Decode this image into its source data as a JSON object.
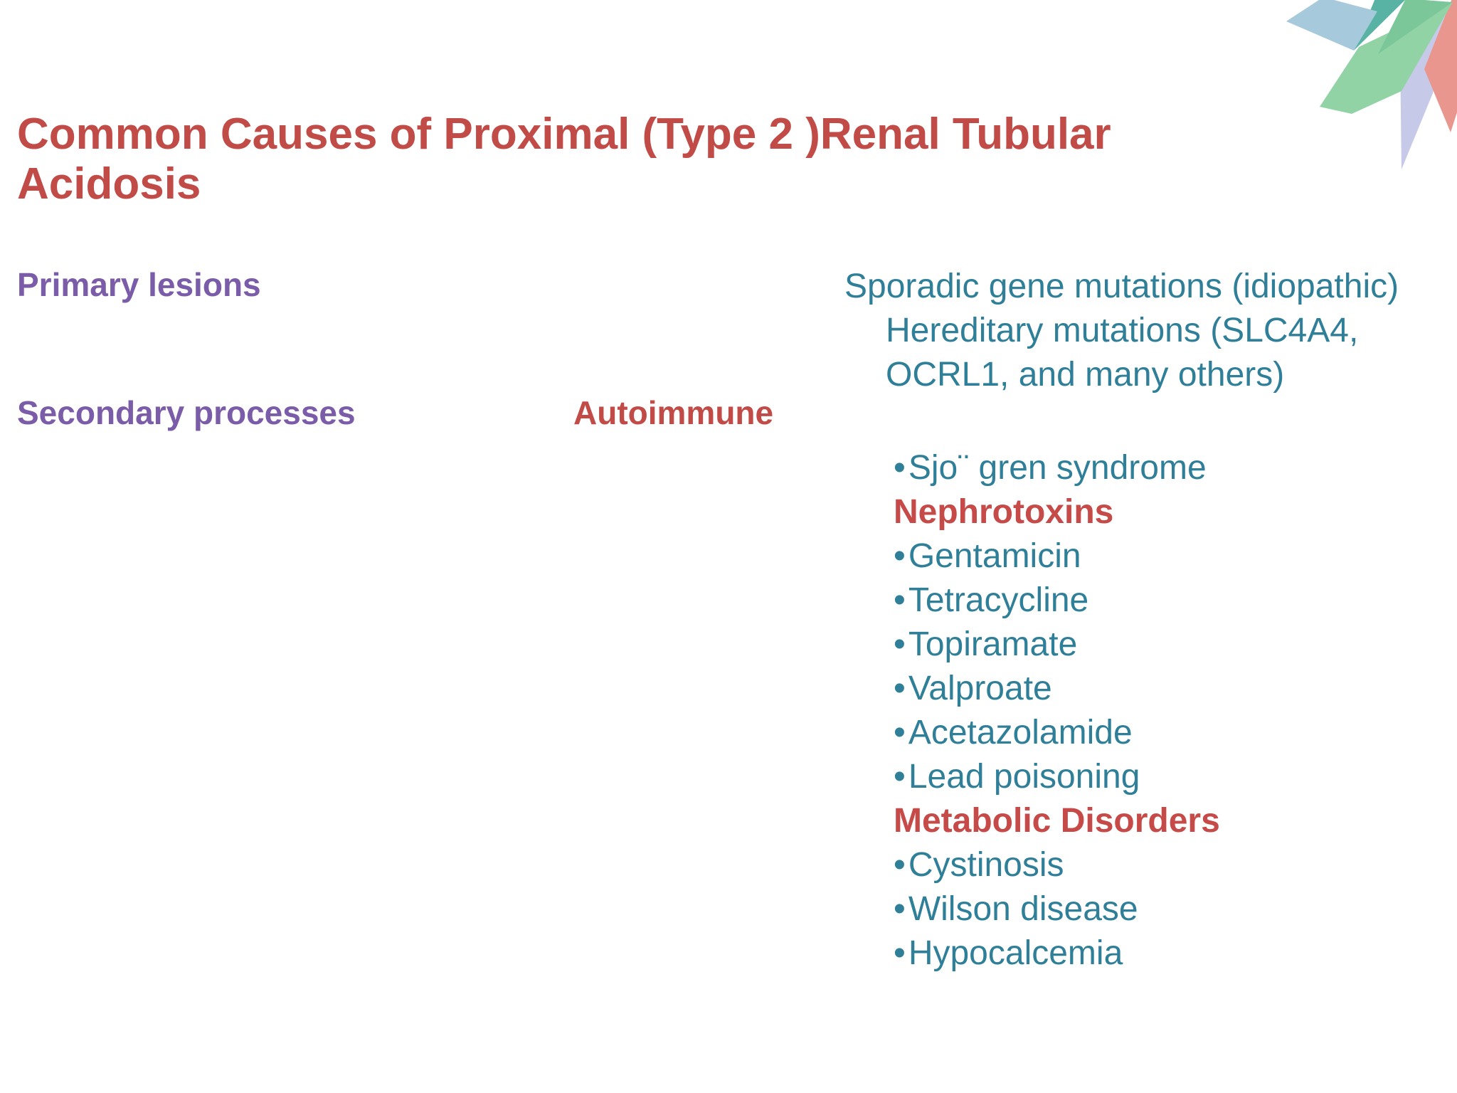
{
  "slide": {
    "background": "#ffffff",
    "title": {
      "text": "Common Causes of Proximal (Type 2 )Renal Tubular Acidosis",
      "color": "#c14b47"
    },
    "headings": {
      "primary": "Primary lesions",
      "secondary": "Secondary processes",
      "autoimmune": "Autoimmune",
      "purple_color": "#7a5ca8",
      "red_color": "#c14b47"
    },
    "right_column": {
      "text_color": "#2f7f99",
      "emphasis_color": "#c54a48",
      "intro_lines": [
        "Sporadic gene mutations (idiopathic)",
        "Hereditary mutations (SLC4A4,",
        "OCRL1, and many others)"
      ],
      "items": [
        {
          "label": "Sjo¨ gren syndrome",
          "type": "bullet"
        },
        {
          "label": "Nephrotoxins",
          "type": "header"
        },
        {
          "label": "Gentamicin",
          "type": "bullet"
        },
        {
          "label": "Tetracycline",
          "type": "bullet"
        },
        {
          "label": "Topiramate",
          "type": "bullet"
        },
        {
          "label": "Valproate",
          "type": "bullet"
        },
        {
          "label": "Acetazolamide",
          "type": "bullet"
        },
        {
          "label": "Lead poisoning",
          "type": "bullet"
        },
        {
          "label": "Metabolic Disorders",
          "type": "header"
        },
        {
          "label": "Cystinosis",
          "type": "bullet"
        },
        {
          "label": "Wilson disease",
          "type": "bullet"
        },
        {
          "label": "Hypocalcemia",
          "type": "bullet"
        }
      ]
    },
    "decoration": {
      "name": "star-pinwheel",
      "colors": {
        "blue": "#a7c9dc",
        "teal": "#58b3a4",
        "green_dark": "#7cc79a",
        "green_light": "#92d3a6",
        "lavender": "#c6cae8",
        "salmon": "#e9968e"
      }
    }
  }
}
